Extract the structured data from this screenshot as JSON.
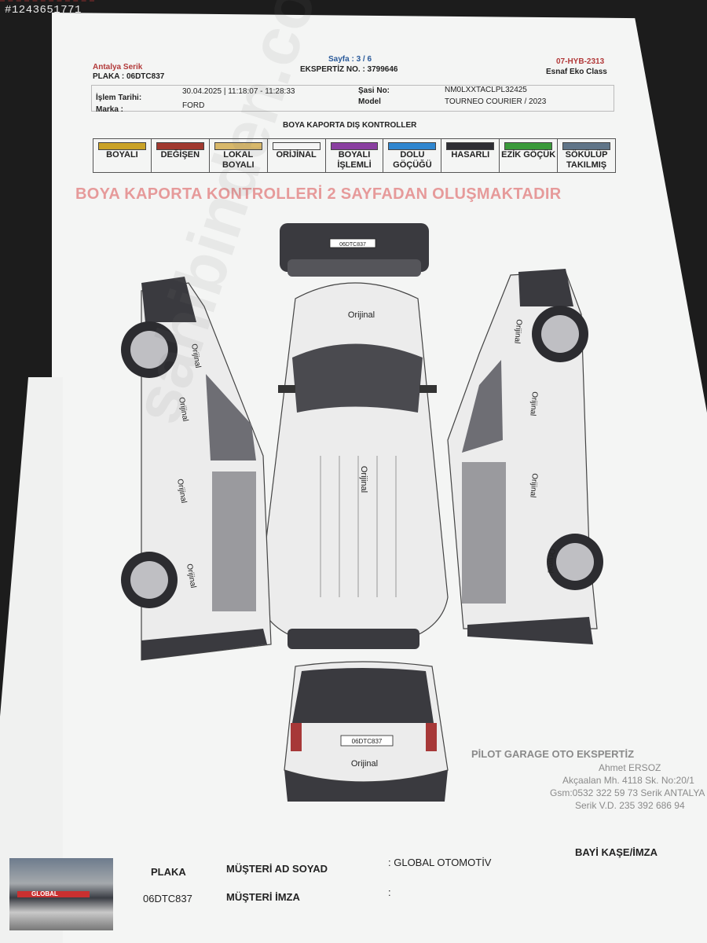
{
  "watermark_id": "#1243651771",
  "header": {
    "location": "Antalya Serik",
    "plate_line": "PLAKA : 06DTC837",
    "page": "Sayfa : 3 / 6",
    "expertise_no": "EKSPERTİZ NO. : 3799646",
    "code": "07-HYB-2313",
    "package": "Esnaf Eko Class"
  },
  "info": {
    "date_label": "İşlem Tarihi:",
    "date_value": "30.04.2025 | 11:18:07 - 11:28:33",
    "brand_label": "Marka :",
    "brand_value": "FORD",
    "chassis_label": "Şasi No:",
    "chassis_value": "NM0LXXTACLPL32425",
    "model_label": "Model",
    "model_value": "TOURNEO COURIER / 2023"
  },
  "section_title": "BOYA KAPORTA DIŞ KONTROLLER",
  "legend": [
    {
      "label": "BOYALI",
      "color": "#c9a227"
    },
    {
      "label": "DEĞİŞEN",
      "color": "#a0392f"
    },
    {
      "label": "LOKAL BOYALI",
      "color": "#d8b86a"
    },
    {
      "label": "ORİJİNAL",
      "color": "#f4f4f4"
    },
    {
      "label": "BOYALI İŞLEMLİ",
      "color": "#8a3fa0"
    },
    {
      "label": "DOLU GÖÇÜĞÜ",
      "color": "#2f86cf"
    },
    {
      "label": "HASARLI",
      "color": "#2e2e34"
    },
    {
      "label": "EZİK GÖÇÜK",
      "color": "#3a9a3a"
    },
    {
      "label": "SÖKÜLÜP TAKILMIŞ",
      "color": "#607588"
    }
  ],
  "banner": "BOYA KAPORTA KONTROLLERİ 2 SAYFADAN OLUŞMAKTADIR",
  "diagram": {
    "front_plate": "06DTC837",
    "rear_plate": "06DTC837",
    "label": "Orijinal"
  },
  "stamp": {
    "line1": "PİLOT GARAGE OTO EKSPERTİZ",
    "line2": "Ahmet ERSOZ",
    "line3": "Akçaalan Mh. 4118 Sk. No:20/1",
    "line4": "Gsm:0532 322 59 73 Serik ANTALYA",
    "line5": "Serik V.D. 235 392 686 94"
  },
  "footer": {
    "plate_label": "PLAKA",
    "plate_value": "06DTC837",
    "customer_label": "MÜŞTERİ AD SOYAD",
    "customer_value": ": GLOBAL OTOMOTİV",
    "signature_label": "MÜŞTERİ İMZA",
    "signature_value": ":",
    "dealer_label": "BAYİ KAŞE/İMZA",
    "thumb_text": "GLOBAL"
  },
  "site_watermark": "sahibinden.com"
}
